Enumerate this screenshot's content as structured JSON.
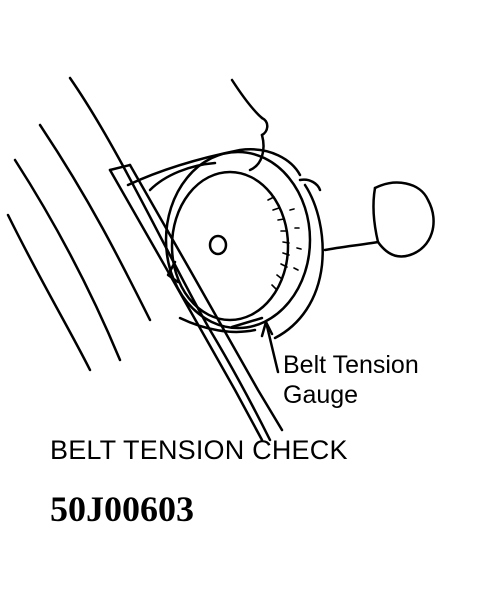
{
  "callout": {
    "line1": "Belt Tension",
    "line2": "Gauge"
  },
  "caption": "BELT TENSION CHECK",
  "figure_id": "50J00603",
  "illustration": {
    "depicts": [
      "drive-belt",
      "belt-tension-gauge",
      "hand",
      "callout-arrow"
    ],
    "line_color": "#000000",
    "background": "#ffffff"
  }
}
